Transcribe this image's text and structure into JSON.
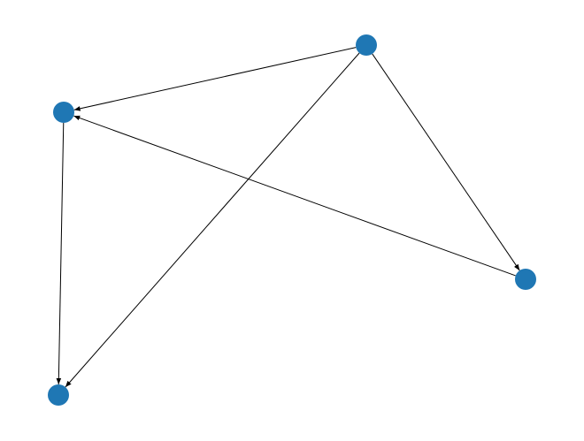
{
  "graph": {
    "directed": true,
    "node_color": "#1f77b4",
    "edge_color": "#000000",
    "nodes": [
      {
        "id": "a"
      },
      {
        "id": "b"
      },
      {
        "id": "c"
      },
      {
        "id": "d"
      }
    ],
    "edges": [
      {
        "from": "a",
        "to": "b"
      },
      {
        "from": "a",
        "to": "c"
      },
      {
        "from": "a",
        "to": "d"
      },
      {
        "from": "b",
        "to": "c"
      },
      {
        "from": "d",
        "to": "b"
      }
    ]
  }
}
